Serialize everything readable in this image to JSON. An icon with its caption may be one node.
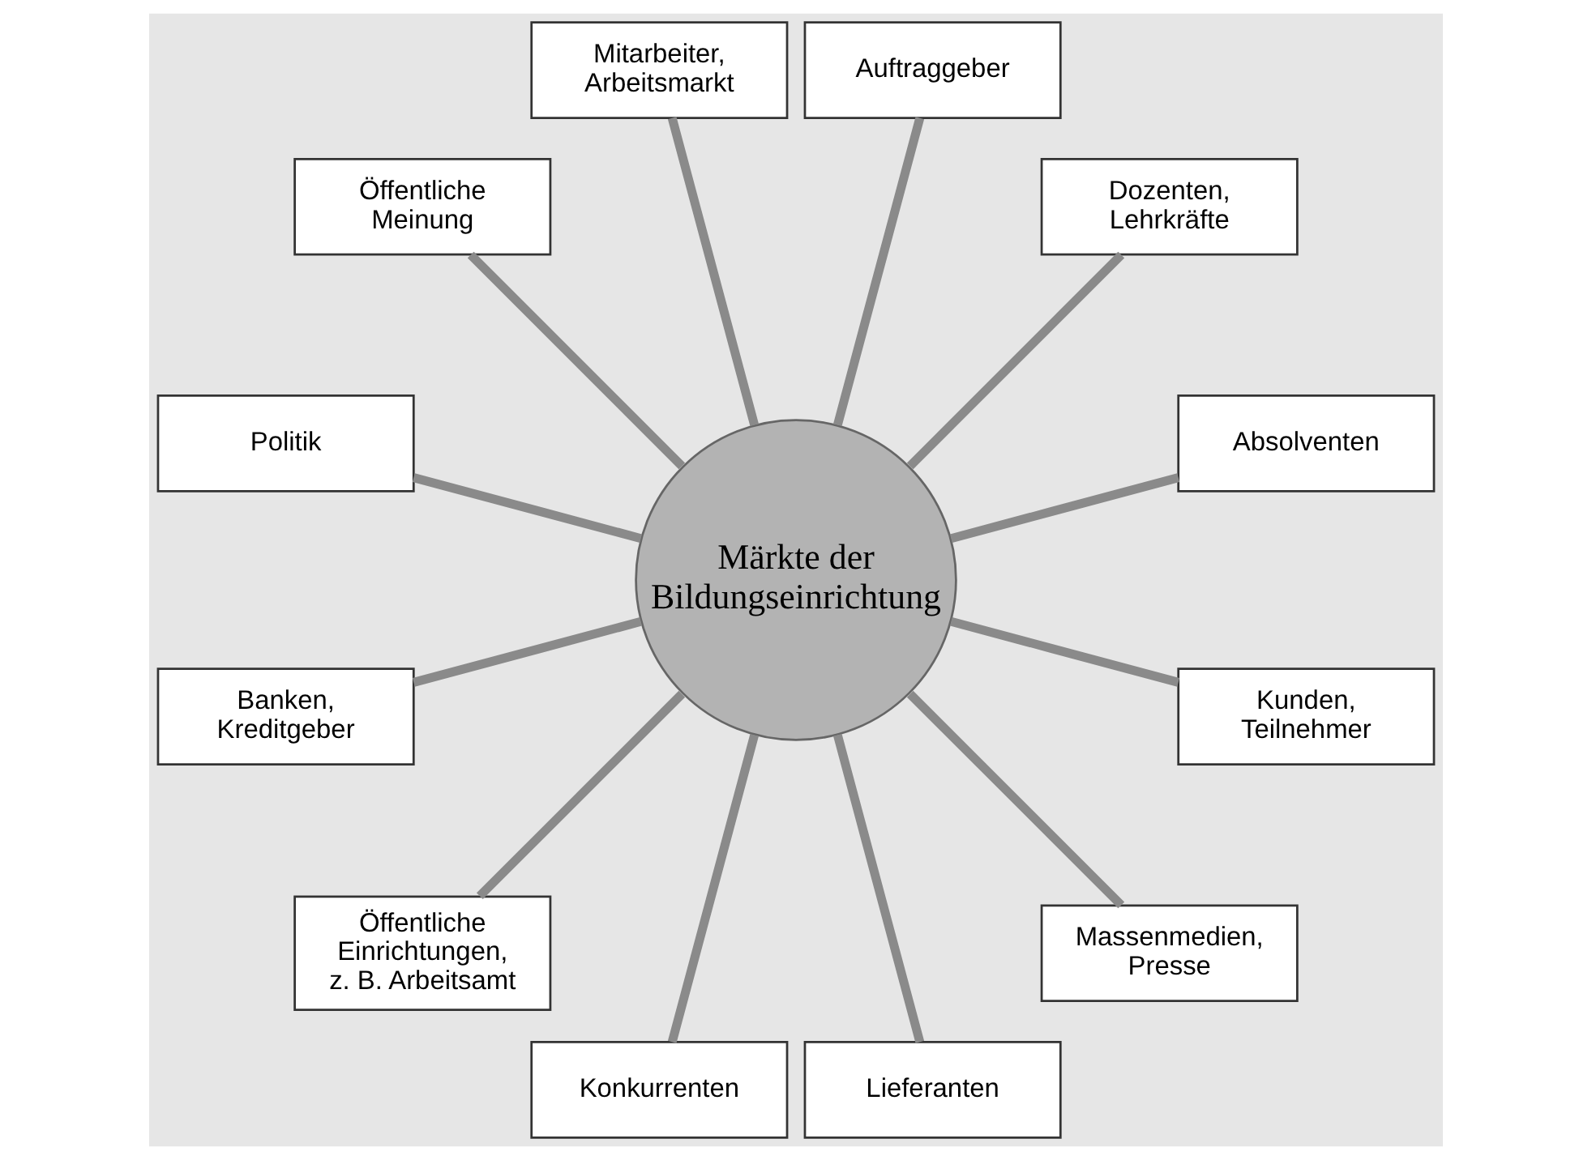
{
  "diagram": {
    "nodes": [
      {
        "text": [
          "Märkte der Bildungseinrichtung"
        ]
      },
      {
        "text": [
          "Absolventen"
        ]
      },
      {
        "text": [
          "Dozenten, Lehrkräfte"
        ]
      },
      {
        "text": [
          "Auftraggeber"
        ]
      },
      {
        "text": [
          "Mitarbeiter, Arbeitsmarkt"
        ]
      },
      {
        "text": [
          "Öffentliche Meinung"
        ]
      },
      {
        "text": [
          "Politik"
        ]
      },
      {
        "text": [
          "Banken, Kreditgeber"
        ]
      },
      {
        "text": [
          "Öffentliche Einrichtungen, z. B. Arbeitsamt"
        ]
      },
      {
        "text": [
          "Konkurrenten"
        ]
      },
      {
        "text": [
          "Lieferanten"
        ]
      },
      {
        "text": [
          "Massenmedien, Presse"
        ]
      },
      {
        "text": [
          "Kunden, Teilnehmer"
        ]
      }
    ],
    "edges": [
      {
        "from": 0,
        "to": 1,
        "arrow": "none"
      },
      {
        "from": 0,
        "to": 2,
        "arrow": "none"
      },
      {
        "from": 0,
        "to": 3,
        "arrow": "none"
      },
      {
        "from": 0,
        "to": 4,
        "arrow": "none"
      },
      {
        "from": 0,
        "to": 5,
        "arrow": "none"
      },
      {
        "from": 0,
        "to": 6,
        "arrow": "none"
      },
      {
        "from": 0,
        "to": 7,
        "arrow": "none"
      },
      {
        "from": 0,
        "to": 8,
        "arrow": "none"
      },
      {
        "from": 0,
        "to": 9,
        "arrow": "none"
      },
      {
        "from": 0,
        "to": 10,
        "arrow": "none"
      },
      {
        "from": 0,
        "to": 11,
        "arrow": "none"
      },
      {
        "from": 0,
        "to": 12,
        "arrow": "none"
      }
    ]
  }
}
